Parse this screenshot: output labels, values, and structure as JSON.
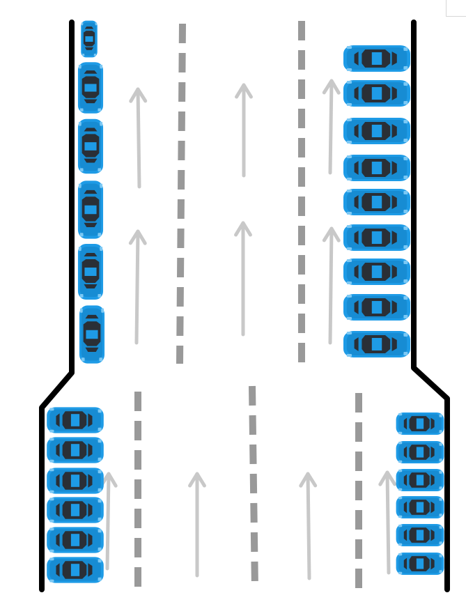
{
  "colors": {
    "background": "#ffffff",
    "road_edge": "#000000",
    "lane_marking": "#999999",
    "direction_arrow": "#c8c8c8",
    "car_body": "#1e9be6",
    "car_body_dark": "#0b6fb0",
    "car_glass": "#2a2f36",
    "car_highlight": "#7cc9f5"
  },
  "icons": {
    "car": "parked-car-icon",
    "arrow": "direction-arrow-icon"
  },
  "road": {
    "upper_section_lanes": 3,
    "lower_section_lanes": 4,
    "travel_direction": "up"
  },
  "parking": {
    "upper_left": {
      "orientation": "parallel",
      "count": 6
    },
    "upper_right": {
      "orientation": "perpendicular",
      "count": 9
    },
    "lower_left": {
      "orientation": "perpendicular",
      "count": 6
    },
    "lower_right": {
      "orientation": "perpendicular",
      "count": 6
    }
  }
}
